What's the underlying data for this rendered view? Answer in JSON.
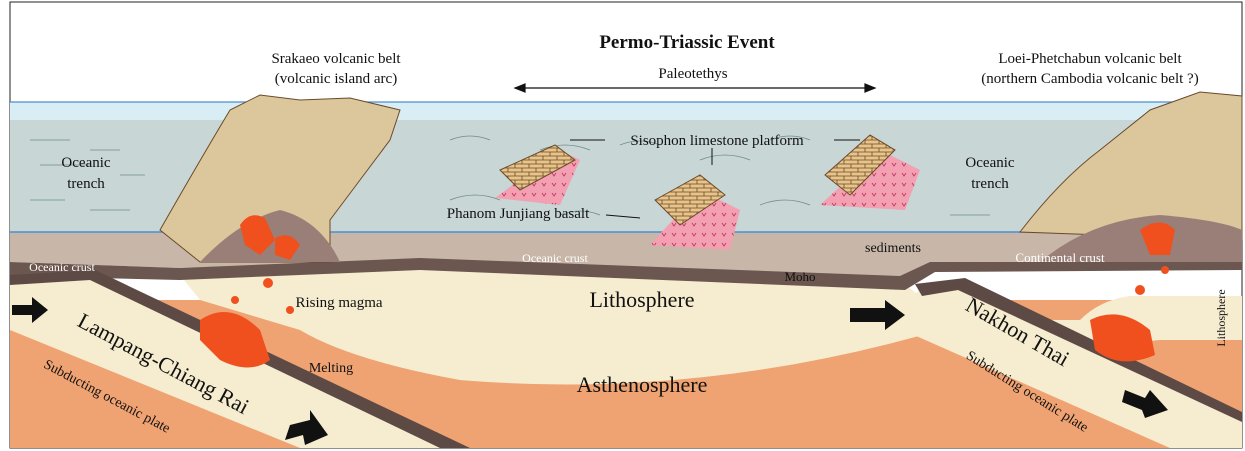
{
  "title": "Permo-Triassic Event",
  "labels": {
    "srakaeo_line1": "Srakaeo volcanic belt",
    "srakaeo_line2": "(volcanic island arc)",
    "paleotethys": "Paleotethys",
    "loei_line1": "Loei-Phetchabun volcanic belt",
    "loei_line2": "(northern Cambodia volcanic belt ?)",
    "oceanic_trench": "Oceanic",
    "oceanic_trench_2": "trench",
    "sisophon": "Sisophon limestone platform",
    "phanom": "Phanom Junjiang basalt",
    "sediments": "sediments",
    "oceanic_crust": "Oceanic crust",
    "continental_crust": "Continental crust",
    "moho": "Moho",
    "rising_magma": "Rising magma",
    "lithosphere": "Lithosphere",
    "lithosphere_vertical": "Lithosphere",
    "melting": "Melting",
    "asthenosphere": "Asthenosphere",
    "lampang": "Lampang-Chiang Rai",
    "nakhon_thai": "Nakhon Thai",
    "subducting": "Subducting oceanic plate"
  },
  "colors": {
    "sea": "#c9d6d6",
    "sea_surface": "#d8eef4",
    "waterline": "#4a8fd0",
    "crust_brown": "#9a7f78",
    "sediment": "#c8b7a8",
    "lithosphere": "#f6eccf",
    "asthenosphere": "#f0a372",
    "volcano": "#dcc79c",
    "limestone": "#e8c48a",
    "basalt": "#f2a0b2",
    "magma": "#f0501e",
    "arrow": "#111111"
  }
}
